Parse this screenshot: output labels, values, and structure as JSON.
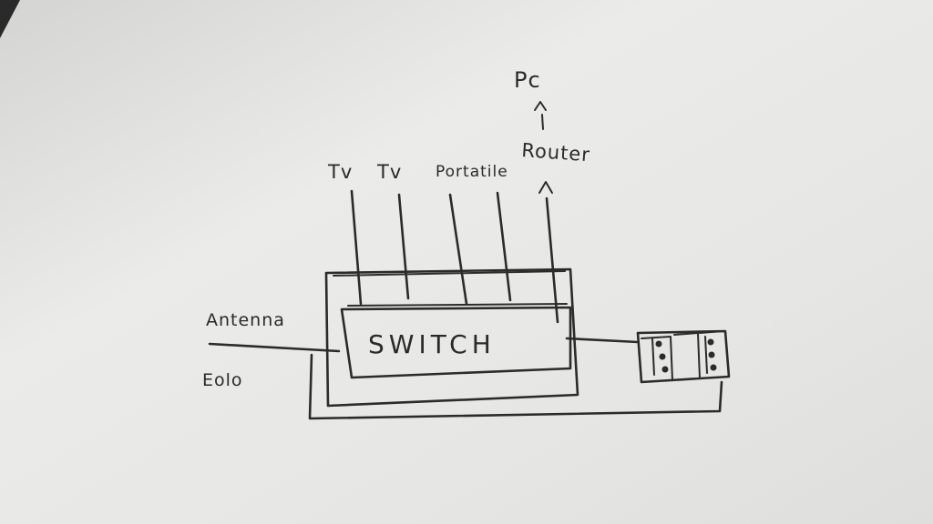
{
  "colors": {
    "paper": "#e9e9e7",
    "ink": "#2b2b2b"
  },
  "labels": {
    "pc": "Pc",
    "arrow_up": "^",
    "router": "Router",
    "tv_1": "Tv",
    "tv_2": "Tv",
    "portatile": "Portatile",
    "antenna": "Antenna",
    "eolo": "Eolo",
    "switch": "SWITCH"
  },
  "icons": {
    "network_panel": "wall-socket-panel-icon"
  }
}
